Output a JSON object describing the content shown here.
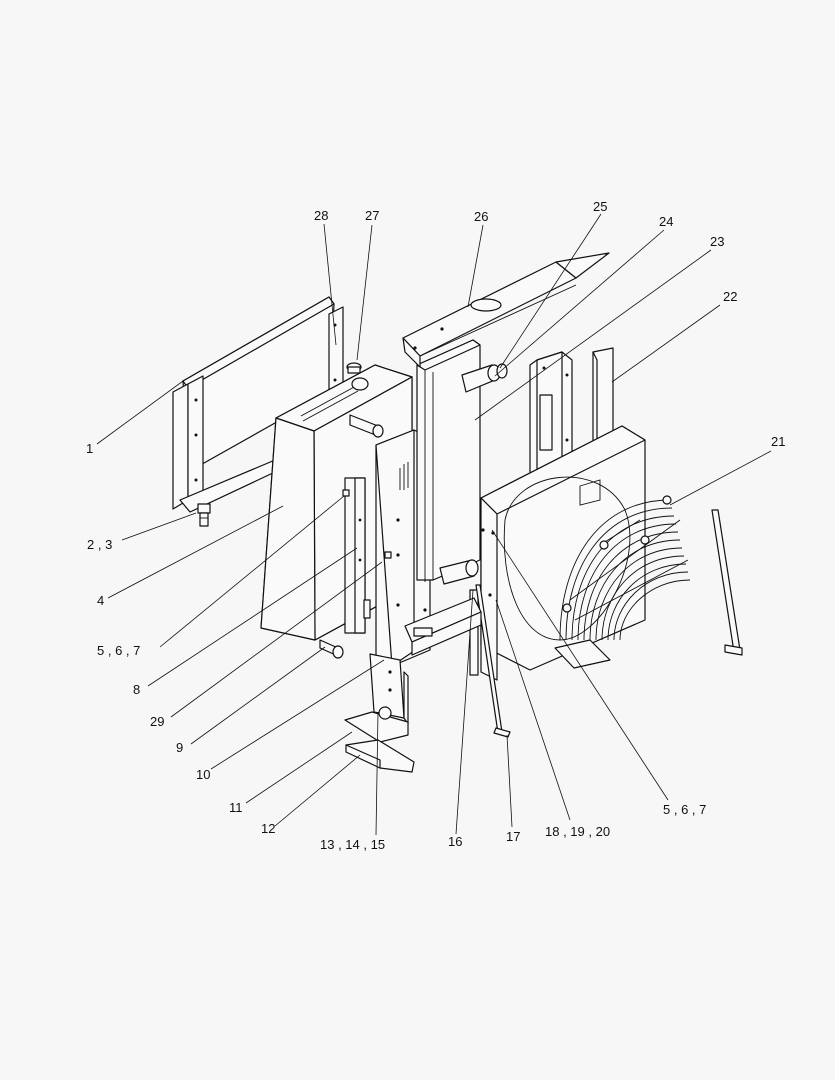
{
  "diagram": {
    "callouts": [
      {
        "id": "1",
        "text": "1"
      },
      {
        "id": "2",
        "text": "2 , 3"
      },
      {
        "id": "4",
        "text": "4"
      },
      {
        "id": "5a",
        "text": "5 , 6 , 7"
      },
      {
        "id": "8",
        "text": "8"
      },
      {
        "id": "29",
        "text": "29"
      },
      {
        "id": "9",
        "text": "9"
      },
      {
        "id": "10",
        "text": "10"
      },
      {
        "id": "11",
        "text": "11"
      },
      {
        "id": "12",
        "text": "12"
      },
      {
        "id": "13",
        "text": "13 , 14 , 15"
      },
      {
        "id": "16",
        "text": "16"
      },
      {
        "id": "17",
        "text": "17"
      },
      {
        "id": "18",
        "text": "18 , 19 , 20"
      },
      {
        "id": "5b",
        "text": "5 , 6 , 7"
      },
      {
        "id": "21",
        "text": "21"
      },
      {
        "id": "22",
        "text": "22"
      },
      {
        "id": "23",
        "text": "23"
      },
      {
        "id": "24",
        "text": "24"
      },
      {
        "id": "25",
        "text": "25"
      },
      {
        "id": "26",
        "text": "26"
      },
      {
        "id": "27",
        "text": "27"
      },
      {
        "id": "28",
        "text": "28"
      }
    ]
  }
}
